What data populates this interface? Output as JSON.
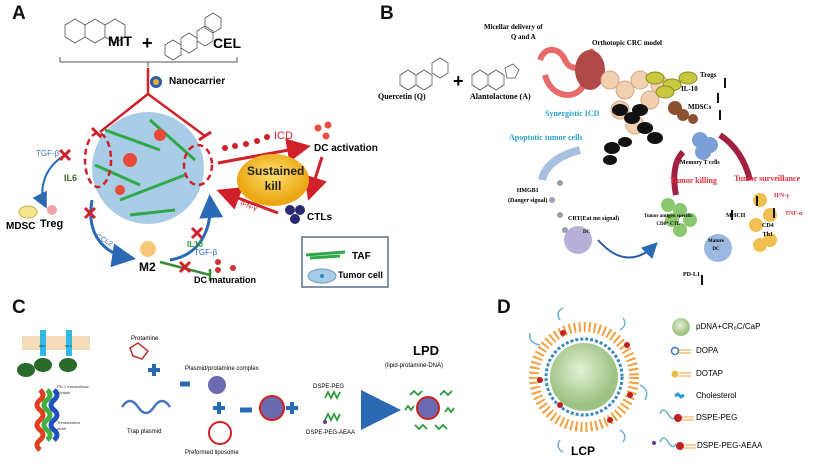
{
  "panels": {
    "a": {
      "label": "A",
      "drug1": "MIT",
      "plus": "+",
      "drug2": "CEL",
      "nanocarrier": "Nanocarrier",
      "icd": "ICD",
      "dc_activation": "DC activation",
      "sustained_kill": [
        "Sustained",
        "kill"
      ],
      "ctls": "CTLs",
      "ifn": "IFN-γ",
      "tgf_b_left": "TGF-β",
      "il6": "IL6",
      "mdsc": "MDSC",
      "treg": "Treg",
      "ccl2": "CCL2",
      "m2": "M2",
      "il10": "IL10",
      "tgf_b_bottom": "TGF-β",
      "dc_maturation": "DC maturation",
      "legend": {
        "taf": "TAF",
        "tumor_cell": "Tumor cell"
      }
    },
    "b": {
      "label": "B",
      "micellar": [
        "Micellar delivery of",
        "Q and A"
      ],
      "orthotopic": "Orthotopic CRC model",
      "quercetin": "Quercetin (Q)",
      "plus": "+",
      "alantolactone": "Alantolactone (A)",
      "tregs": "Tregs",
      "il10": "IL-10",
      "mdscs": "MDSCs",
      "synergistic_icd": "Synergistic ICD",
      "apoptotic": "Apoptotic tumor cells",
      "memory_t": "Memory T cells",
      "hmgb1": [
        "HMGB1",
        "(Danger signal)"
      ],
      "tumor_killing": "Tumor killing",
      "tumor_surveillance": "Tumor surveillance",
      "ifn": "IFN-γ",
      "tnf": "TNF-α",
      "crt": "CRT(Eat me signal)",
      "dc": "DC",
      "ctl": [
        "Tumor antigen specific",
        "CD8⁺ CTL"
      ],
      "mhcii": "MHCII",
      "cd4": [
        "CD4",
        "Th1"
      ],
      "mature_dc": [
        "Mature",
        "DC"
      ],
      "pdl1": "PD-L1"
    },
    "c": {
      "label": "C",
      "pd1_a": "PD-1",
      "pd1_b": "PD-1",
      "pd1_domain": [
        "PD-1 extracellular",
        "domain"
      ],
      "trimerization": [
        "Trimerization",
        "motif"
      ],
      "protamine": "Protamine",
      "complex": "Plasmid/protamine complex",
      "trap_plasmid": "Trap plasmid",
      "liposome": "Preformed liposome",
      "dspe_peg": "DSPE-PEG",
      "dspe_peg_aeaa": "DSPE-PEG-AEAA",
      "lpd": "LPD",
      "lpd_full": "(lipid-protamine-DNA)"
    },
    "d": {
      "label": "D",
      "lcp": "LCP",
      "legend": [
        "pDNA+CR₈C/CaP",
        "DOPA",
        "DOTAP",
        "Cholesterol",
        "DSPE-PEG",
        "DSPE-PEG-AEAA"
      ]
    }
  },
  "colors": {
    "red": "#d0202a",
    "blue": "#2a6ab5",
    "cyan": "#2ba3d6",
    "green": "#3a9a3a",
    "gold": "#f0b820"
  }
}
